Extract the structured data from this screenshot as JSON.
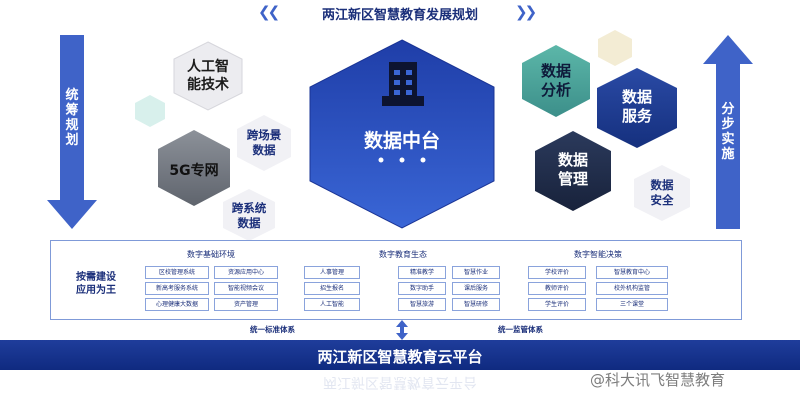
{
  "title": "两江新区智慧教育发展规划",
  "left_arrow": {
    "label": "统筹规划"
  },
  "right_arrow": {
    "label": "分步实施"
  },
  "center_hex": {
    "label": "数据中台"
  },
  "left_hexes": [
    {
      "label": "人工智能技术",
      "lines": [
        "人工智",
        "能技术"
      ]
    },
    {
      "label": "5G专网",
      "lines": [
        "5G专网"
      ]
    }
  ],
  "left_small": [
    {
      "lines": [
        "跨场景",
        "数据"
      ]
    },
    {
      "lines": [
        "跨系统",
        "数据"
      ]
    }
  ],
  "right_hexes": [
    {
      "lines": [
        "数据",
        "分析"
      ]
    },
    {
      "lines": [
        "数据",
        "服务"
      ]
    },
    {
      "lines": [
        "数据",
        "管理"
      ]
    }
  ],
  "right_small": {
    "lines": [
      "数据",
      "安全"
    ]
  },
  "panel": {
    "side_label": [
      "按需建设",
      "应用为王"
    ],
    "sections": [
      {
        "title": "数字基础环境",
        "cells": [
          "区校管理系统",
          "资源应用中心",
          "新高考服务系统",
          "智能视频会议",
          "心理健康大数据",
          "资产管理"
        ]
      },
      {
        "title": "数字教育生态",
        "cells": [
          "人事管理",
          "招生报名",
          "人工智能",
          "精准教学",
          "智慧作业",
          "数字助手",
          "课后服务",
          "智慧旅游",
          "智慧研修"
        ]
      },
      {
        "title": "数字智能决策",
        "cells": [
          "学校评价",
          "智慧教育中心",
          "教师评价",
          "校外机构监管",
          "学生评价",
          "三个课堂"
        ]
      }
    ],
    "footer_left": "统一标准体系",
    "footer_right": "统一监管体系"
  },
  "platform": {
    "label": "两江新区智慧教育云平台"
  },
  "watermark": "@科大讯飞智慧教育",
  "colors": {
    "dark_blue": "#14309a",
    "mid_blue": "#3f63c8",
    "gray_hex": "#7a7f88",
    "teal": "#4aa59a"
  }
}
